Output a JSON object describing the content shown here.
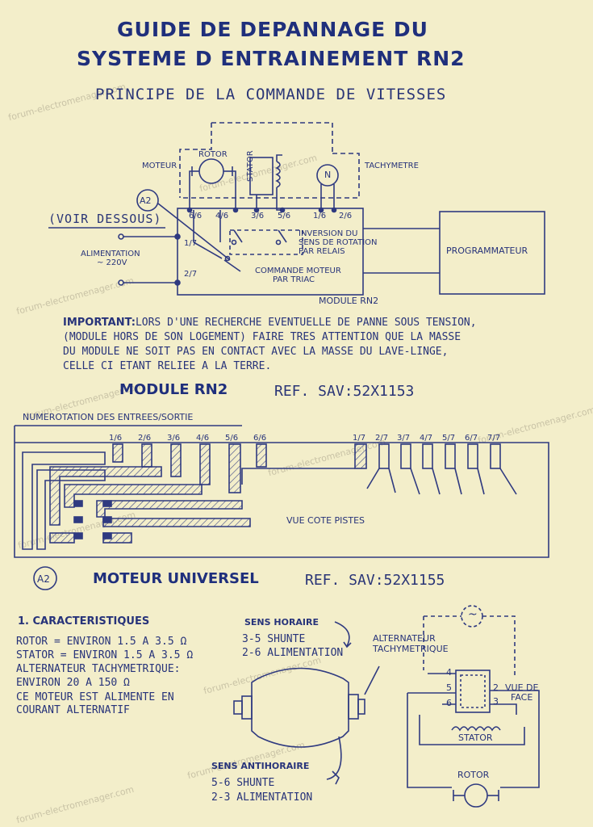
{
  "title_line1": "GUIDE DE DEPANNAGE DU",
  "title_line2": "SYSTEME D ENTRAINEMENT RN2",
  "subtitle": "PRINCIPE DE LA COMMANDE DE VITESSES",
  "diagram1": {
    "moteur": "MOTEUR",
    "rotor": "ROTOR",
    "stator": "STATOR",
    "tachymetre": "TACHYMETRE",
    "tach_symbol": "N",
    "a2_badge": "A2",
    "voir_dessous": "(VOIR DESSOUS)",
    "alimentation": "ALIMENTATION",
    "alim_voltage": "~ 220V",
    "pins_top": [
      "6/6",
      "4/6",
      "3/6",
      "5/6",
      "1/6",
      "2/6"
    ],
    "pin_17": "1/7",
    "pin_27": "2/7",
    "inversion_l1": "INVERSION DU",
    "inversion_l2": "SENS DE ROTATION",
    "inversion_l3": "PAR RELAIS",
    "commande_l1": "COMMANDE MOTEUR",
    "commande_l2": "PAR TRIAC",
    "module_label": "MODULE RN2",
    "programmateur": "PROGRAMMATEUR"
  },
  "important": {
    "label": "IMPORTANT:",
    "line1": "LORS D'UNE RECHERCHE EVENTUELLE DE PANNE SOUS TENSION,",
    "line2": "(MODULE HORS DE SON LOGEMENT) FAIRE TRES ATTENTION QUE LA MASSE",
    "line3": "DU MODULE NE SOIT PAS EN CONTACT AVEC LA MASSE DU LAVE-LINGE,",
    "line4": "CELLE CI ETANT RELIEE A LA TERRE."
  },
  "module_heading": "MODULE RN2",
  "module_ref": "REF. SAV:52X1153",
  "numerotation": "NUMEROTATION DES ENTREES/SORTIE",
  "pcb_pins_6": [
    "1/6",
    "2/6",
    "3/6",
    "4/6",
    "5/6",
    "6/6"
  ],
  "pcb_pins_7": [
    "1/7",
    "2/7",
    "3/7",
    "4/7",
    "5/7",
    "6/7",
    "7/7"
  ],
  "vue_cote": "VUE COTE PISTES",
  "a2_badge2": "A2",
  "moteur_heading": "MOTEUR UNIVERSEL",
  "moteur_ref": "REF. SAV:52X1155",
  "caract": {
    "heading": "1. CARACTERISTIQUES",
    "line1": "ROTOR = ENVIRON 1.5 A 3.5 Ω",
    "line2": "STATOR = ENVIRON 1.5 A 3.5 Ω",
    "line3": "ALTERNATEUR TACHYMETRIQUE:",
    "line4": "ENVIRON 20 A 150 Ω",
    "line5": "CE MOTEUR EST ALIMENTE EN",
    "line6": "COURANT ALTERNATIF"
  },
  "sens_horaire": {
    "heading": "SENS HORAIRE",
    "line1": "3-5 SHUNTE",
    "line2": "2-6 ALIMENTATION"
  },
  "sens_antihoraire": {
    "heading": "SENS ANTIHORAIRE",
    "line1": "5-6 SHUNTE",
    "line2": "2-3 ALIMENTATION"
  },
  "right_diagram": {
    "alt_l1": "ALTERNATEUR",
    "alt_l2": "TACHYMETRIQUE",
    "alt_symbol": "~",
    "pin4": "4",
    "pin5": "5",
    "pin6": "6",
    "pin2": "2",
    "pin3": "3",
    "vue_l1": "VUE DE",
    "vue_l2": "FACE",
    "stator": "STATOR",
    "rotor": "ROTOR"
  },
  "watermark": "forum-electromenager.com"
}
